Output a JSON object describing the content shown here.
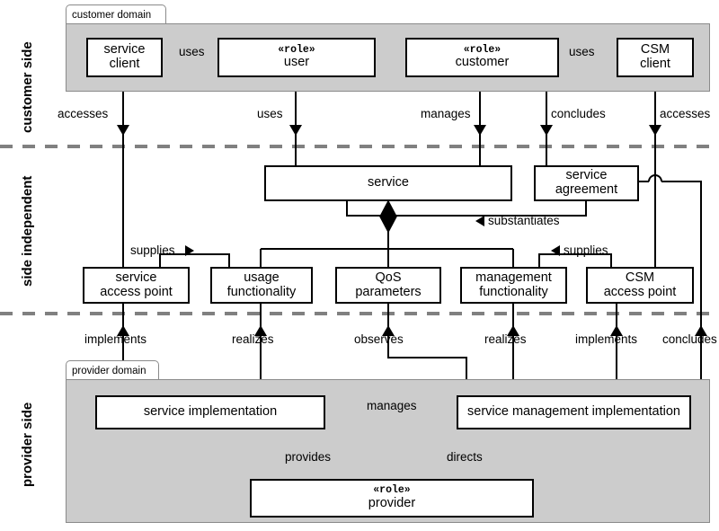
{
  "bands": [
    {
      "id": "customer-side",
      "label": "customer side"
    },
    {
      "id": "side-independent",
      "label": "side independent"
    },
    {
      "id": "provider-side",
      "label": "provider side"
    }
  ],
  "domains": [
    {
      "id": "customer-domain",
      "label": "customer domain"
    },
    {
      "id": "provider-domain",
      "label": "provider domain"
    }
  ],
  "stereotype": "«role»",
  "nodes": [
    {
      "id": "service-client",
      "line1": "service",
      "line2": "client",
      "stereotype": null
    },
    {
      "id": "user",
      "line1": "user",
      "line2": null,
      "stereotype": "«role»"
    },
    {
      "id": "customer",
      "line1": "customer",
      "line2": null,
      "stereotype": "«role»"
    },
    {
      "id": "csm-client",
      "line1": "CSM",
      "line2": "client",
      "stereotype": null
    },
    {
      "id": "service",
      "line1": "service",
      "line2": null,
      "stereotype": null
    },
    {
      "id": "service-agreement",
      "line1": "service",
      "line2": "agreement",
      "stereotype": null
    },
    {
      "id": "service-access-point",
      "line1": "service",
      "line2": "access point",
      "stereotype": null
    },
    {
      "id": "usage-functionality",
      "line1": "usage",
      "line2": "functionality",
      "stereotype": null
    },
    {
      "id": "qos-parameters",
      "line1": "QoS",
      "line2": "parameters",
      "stereotype": null
    },
    {
      "id": "management-functionality",
      "line1": "management",
      "line2": "functionality",
      "stereotype": null
    },
    {
      "id": "csm-access-point",
      "line1": "CSM",
      "line2": "access point",
      "stereotype": null
    },
    {
      "id": "service-implementation",
      "line1": "service implementation",
      "line2": null,
      "stereotype": null
    },
    {
      "id": "service-management-implementation",
      "line1": "service management implementation",
      "line2": null,
      "stereotype": null
    },
    {
      "id": "provider",
      "line1": "provider",
      "line2": null,
      "stereotype": "«role»"
    }
  ],
  "edges": [
    {
      "id": "uses-client-user",
      "label": "uses",
      "marker": "left"
    },
    {
      "id": "uses-customer-csmclient",
      "label": "uses",
      "marker": "right"
    },
    {
      "id": "accesses-client-sap",
      "label": "accesses",
      "marker": "down"
    },
    {
      "id": "uses-user-service",
      "label": "uses",
      "marker": "down"
    },
    {
      "id": "manages-customer-service",
      "label": "manages",
      "marker": "down"
    },
    {
      "id": "concludes-customer-agreement",
      "label": "concludes",
      "marker": "down"
    },
    {
      "id": "accesses-csmclient-csmap",
      "label": "accesses",
      "marker": "down"
    },
    {
      "id": "substantiates",
      "label": "substantiates",
      "marker": "left"
    },
    {
      "id": "supplies-sap",
      "label": "supplies",
      "marker": "right"
    },
    {
      "id": "supplies-csmap",
      "label": "supplies",
      "marker": "left"
    },
    {
      "id": "implements-sap",
      "label": "implements",
      "marker": "up"
    },
    {
      "id": "realizes-usage",
      "label": "realizes",
      "marker": "up"
    },
    {
      "id": "observes-qos",
      "label": "observes",
      "marker": "up"
    },
    {
      "id": "realizes-mgmt",
      "label": "realizes",
      "marker": "up"
    },
    {
      "id": "implements-csmap",
      "label": "implements",
      "marker": "up"
    },
    {
      "id": "concludes-agreement",
      "label": "concludes",
      "marker": "up"
    },
    {
      "id": "manages-impl",
      "label": "manages",
      "marker": "left"
    },
    {
      "id": "provides",
      "label": "provides",
      "marker": "up"
    },
    {
      "id": "directs",
      "label": "directs",
      "marker": "up"
    }
  ],
  "colors": {
    "domain_fill": "#cccccc",
    "domain_border": "#8a8a8a",
    "node_fill": "#ffffff",
    "line": "#000000",
    "divider": "#808080"
  }
}
